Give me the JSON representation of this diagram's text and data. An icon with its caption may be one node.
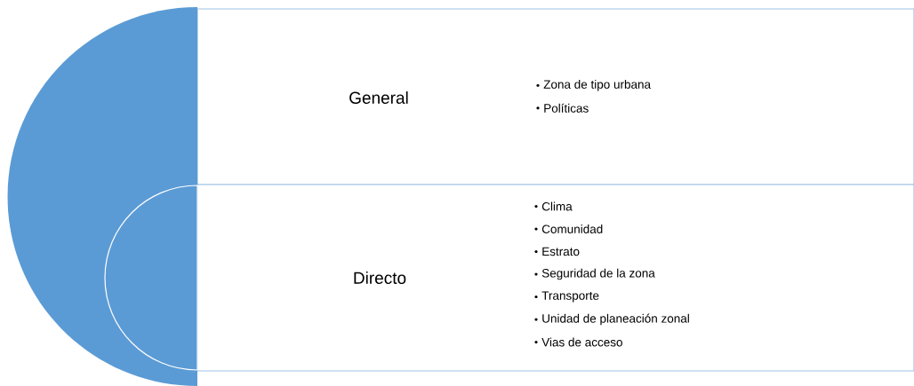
{
  "diagram": {
    "nodes": [
      {
        "text": [
          "General",
          "Zona de tipo urbana",
          "Políticas"
        ]
      },
      {
        "text": [
          "Directo",
          "Clima",
          "Comunidad",
          "Estrato",
          "Seguridad de la zona",
          "Transporte",
          "Unidad de planeación zonal",
          "Vias de acceso"
        ]
      }
    ]
  }
}
